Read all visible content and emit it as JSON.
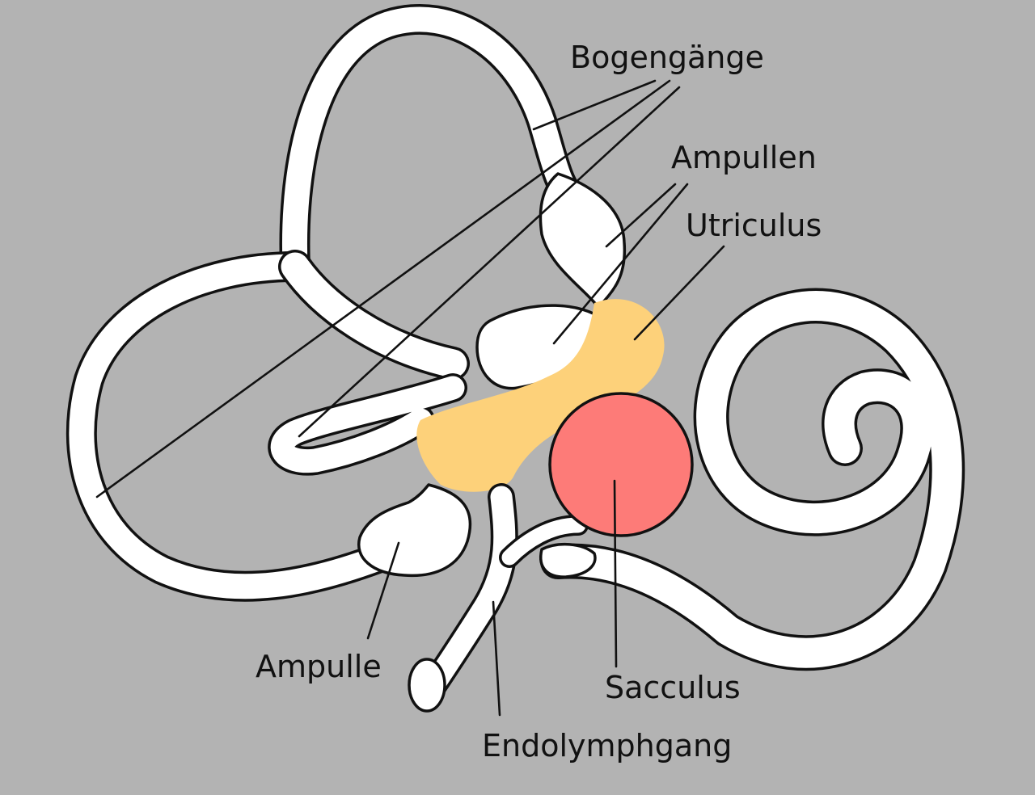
{
  "colors": {
    "background": "#b3b3b3",
    "membrane": "#ffffff",
    "outline": "#111111",
    "utriculus": "#fdd17a",
    "sacculus": "#fd7b78"
  },
  "labels": {
    "bogengaenge": "Bogengänge",
    "ampullen": "Ampullen",
    "utriculus": "Utriculus",
    "ampulle": "Ampulle",
    "sacculus": "Sacculus",
    "endolymphgang": "Endolymphgang"
  }
}
